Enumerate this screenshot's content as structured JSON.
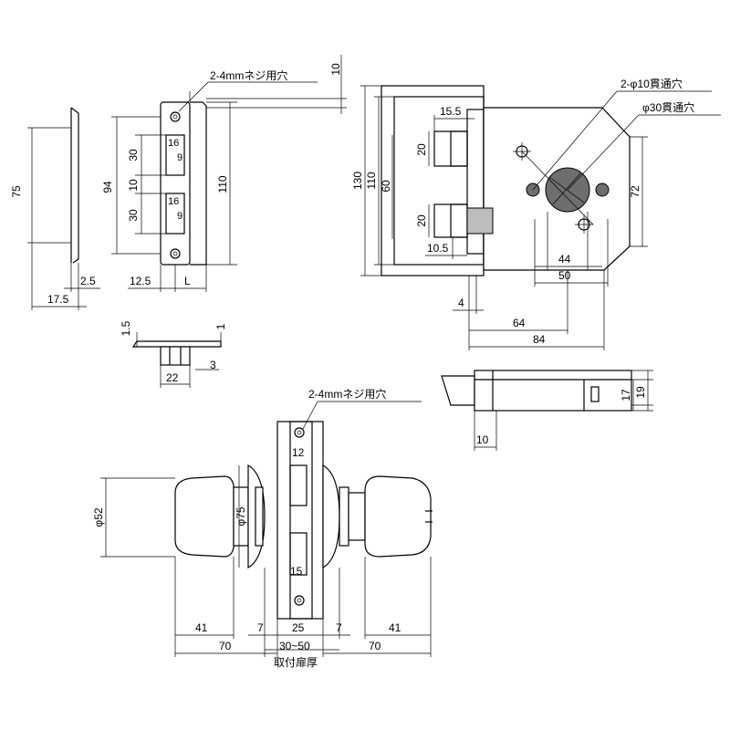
{
  "labels": {
    "screw_hole_top": "2-4mmネジ用穴",
    "screw_hole_bottom": "2-4mmネジ用穴",
    "through_hole_10": "2-φ10貫通穴",
    "through_hole_30": "φ30貫通穴",
    "door_thickness": "取付扉厚",
    "door_range": "30~50"
  },
  "dims": {
    "d75": "75",
    "d2_5": "2.5",
    "d17_5": "17.5",
    "d94": "94",
    "d30a": "30",
    "d10": "10",
    "d30b": "30",
    "d16a": "16",
    "d9a": "9",
    "d16b": "16",
    "d9b": "9",
    "d110": "110",
    "d12_5": "12.5",
    "dL": "L",
    "d10top": "10",
    "d1_5": "1.5",
    "d1": "1",
    "d22": "22",
    "d3": "3",
    "d130": "130",
    "d110b": "110",
    "d60": "60",
    "d15_5": "15.5",
    "d20a": "20",
    "d20b": "20",
    "d10_5": "10.5",
    "d72": "72",
    "d44": "44",
    "d50": "50",
    "d4": "4",
    "d64": "64",
    "d84": "84",
    "d17": "17",
    "d19": "19",
    "d10b": "10",
    "d12": "12",
    "d15": "15",
    "phi52": "φ52",
    "phi75": "φ75",
    "d41a": "41",
    "d7a": "7",
    "d25": "25",
    "d7b": "7",
    "d41b": "41",
    "d70a": "70",
    "d70b": "70"
  }
}
